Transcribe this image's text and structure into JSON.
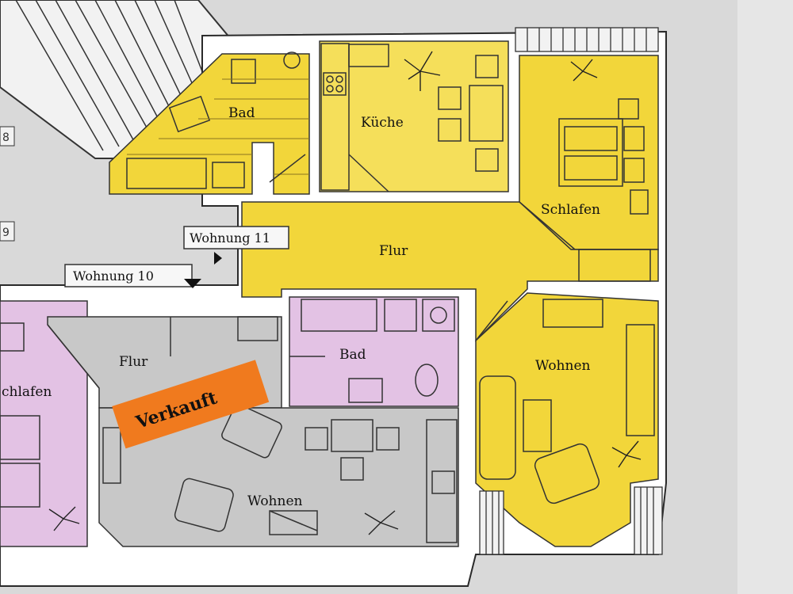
{
  "colors": {
    "yellow": "#f2d63a",
    "yellow_light": "#f5df5a",
    "pink": "#e3c2e4",
    "grey_room": "#c8c8c8",
    "wall": "#ffffff",
    "sold_tag": "#f07a1e",
    "paper": "#d9d9d9"
  },
  "rooms_unit_11": [
    {
      "id": "bad-11",
      "label": "Bad"
    },
    {
      "id": "kueche",
      "label": "Küche"
    },
    {
      "id": "schlafen-11",
      "label": "Schlafen"
    },
    {
      "id": "flur-11",
      "label": "Flur"
    },
    {
      "id": "wohnen-11",
      "label": "Wohnen"
    }
  ],
  "rooms_unit_10": [
    {
      "id": "flur-10",
      "label": "Flur"
    },
    {
      "id": "bad-10",
      "label": "Bad"
    },
    {
      "id": "schlafen-10",
      "label": "chlafen"
    },
    {
      "id": "wohnen-10",
      "label": "Wohnen"
    }
  ],
  "unit_tags": {
    "unit_11": "Wohnung 11",
    "unit_10": "Wohnung 10"
  },
  "sold_tag": "Verkauft",
  "edge_labels": {
    "top": "8",
    "middle": "9"
  }
}
